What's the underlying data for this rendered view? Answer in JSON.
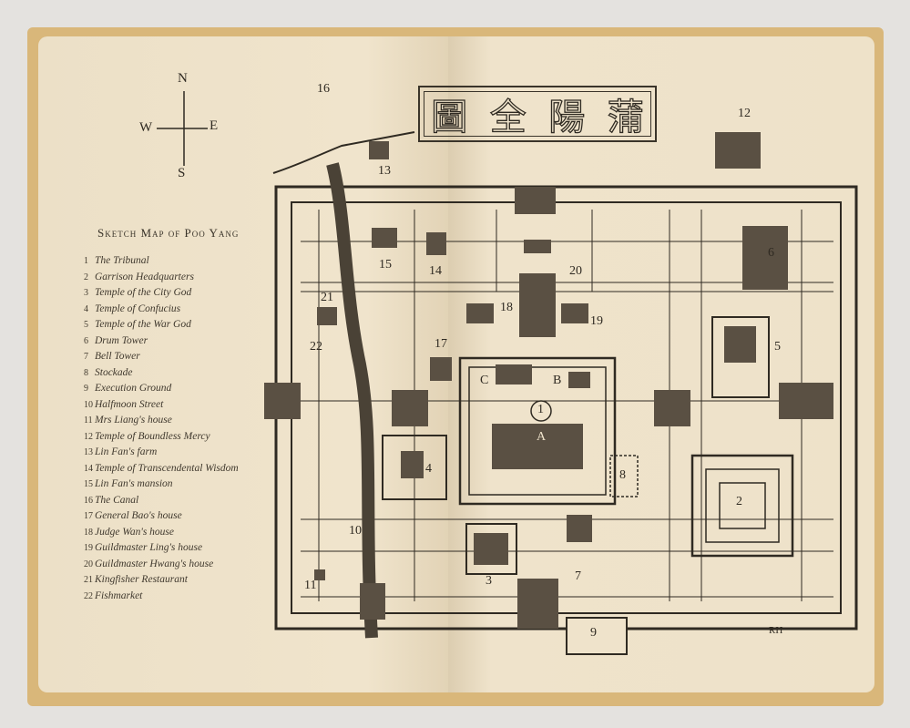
{
  "compass": {
    "north": "N",
    "south": "S",
    "east": "E",
    "west": "W"
  },
  "legend": {
    "title": "Sketch Map of Poo Yang",
    "items": [
      {
        "n": "1",
        "label": "The Tribunal"
      },
      {
        "n": "2",
        "label": "Garrison Headquarters"
      },
      {
        "n": "3",
        "label": "Temple of the City God"
      },
      {
        "n": "4",
        "label": "Temple of Confucius"
      },
      {
        "n": "5",
        "label": "Temple of the War God"
      },
      {
        "n": "6",
        "label": "Drum Tower"
      },
      {
        "n": "7",
        "label": "Bell Tower"
      },
      {
        "n": "8",
        "label": "Stockade"
      },
      {
        "n": "9",
        "label": "Execution Ground"
      },
      {
        "n": "10",
        "label": "Halfmoon Street"
      },
      {
        "n": "11",
        "label": "Mrs Liang's house"
      },
      {
        "n": "12",
        "label": "Temple of Boundless Mercy"
      },
      {
        "n": "13",
        "label": "Lin Fan's farm"
      },
      {
        "n": "14",
        "label": "Temple of Transcendental Wisdom"
      },
      {
        "n": "15",
        "label": "Lin Fan's mansion"
      },
      {
        "n": "16",
        "label": "The Canal"
      },
      {
        "n": "17",
        "label": "General Bao's house"
      },
      {
        "n": "18",
        "label": "Judge Wan's house"
      },
      {
        "n": "19",
        "label": "Guildmaster Ling's house"
      },
      {
        "n": "20",
        "label": "Guildmaster Hwang's house"
      },
      {
        "n": "21",
        "label": "Kingfisher Restaurant"
      },
      {
        "n": "22",
        "label": "Fishmarket"
      }
    ]
  },
  "map": {
    "title_chars": [
      "圖",
      "全",
      "陽",
      "蒲"
    ],
    "markers": {
      "m1": "1",
      "m2": "2",
      "m3": "3",
      "m4": "4",
      "m5": "5",
      "m6": "6",
      "m7": "7",
      "m8": "8",
      "m9": "9",
      "m10": "10",
      "m11": "11",
      "m12": "12",
      "m13": "13",
      "m14": "14",
      "m15": "15",
      "m16": "16",
      "m17": "17",
      "m18": "18",
      "m19": "19",
      "m20": "20",
      "m21": "21",
      "m22": "22",
      "mA": "A",
      "mB": "B",
      "mC": "C"
    },
    "signature": "RH"
  }
}
